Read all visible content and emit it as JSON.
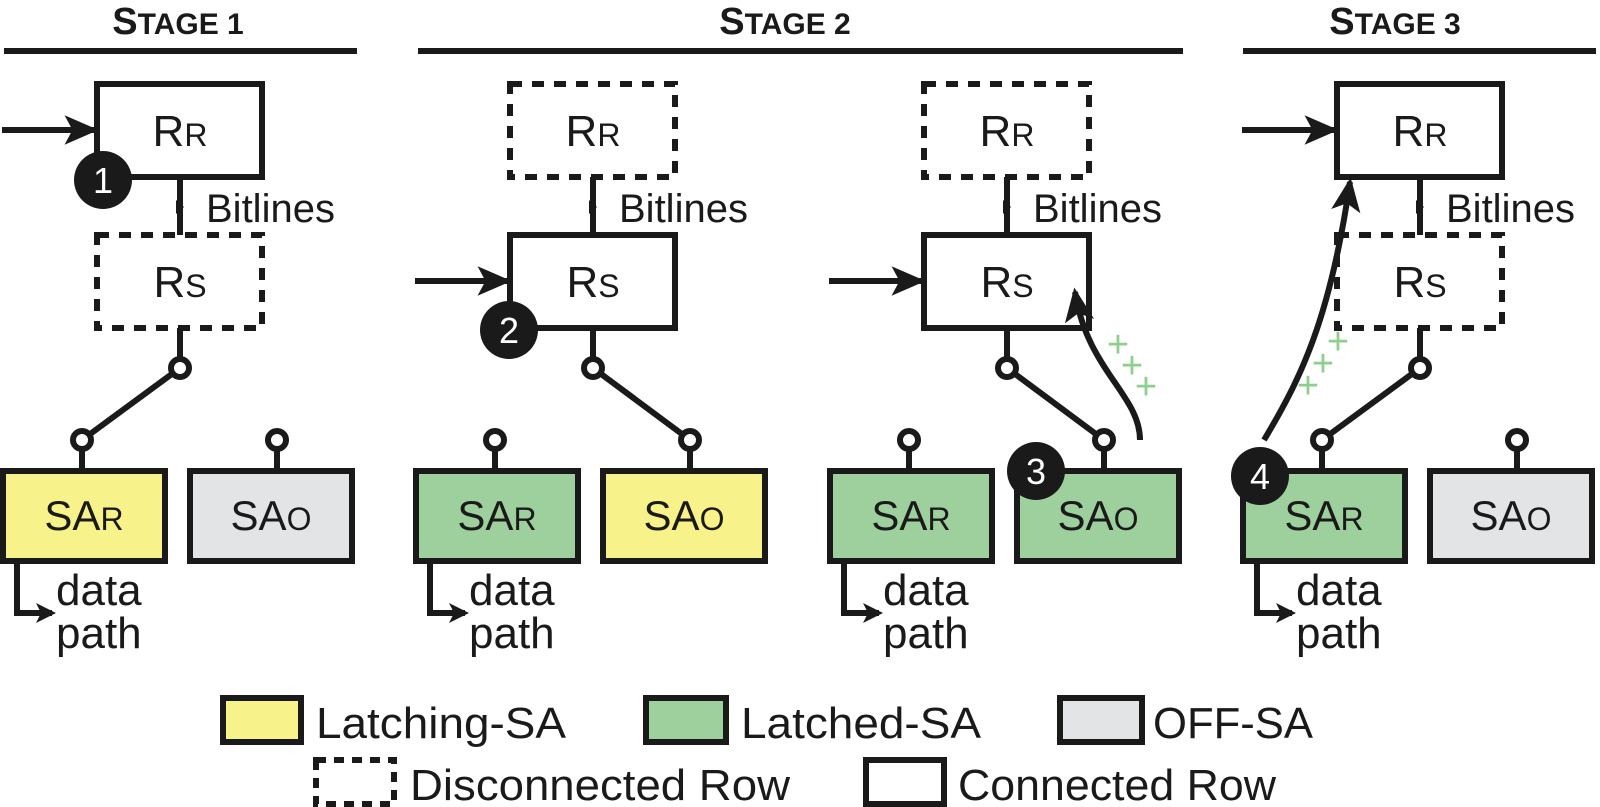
{
  "colors": {
    "ink": "#1a1a1a",
    "latching": "#f8f28a",
    "latched": "#9dd09d",
    "off": "#e3e4e6",
    "charge": "#8fce8f"
  },
  "stages": [
    {
      "title_big": "S",
      "title_small": "TAGE 1",
      "panels": [
        {
          "row_top": {
            "main": "R",
            "sub": "R",
            "style": "connected"
          },
          "row_bottom": {
            "main": "R",
            "sub": "S",
            "style": "disconnected"
          },
          "bitlines_label": "Bitlines",
          "active_row": "top",
          "step": "1",
          "sa_left": {
            "main": "SA",
            "sub": "R",
            "state": "latching"
          },
          "sa_right": {
            "main": "SA",
            "sub": "O",
            "state": "off"
          },
          "switch_to": "left",
          "data_path": [
            "data",
            "path"
          ],
          "charge_arrow": "none"
        }
      ]
    },
    {
      "title_big": "S",
      "title_small": "TAGE 2",
      "panels": [
        {
          "row_top": {
            "main": "R",
            "sub": "R",
            "style": "disconnected"
          },
          "row_bottom": {
            "main": "R",
            "sub": "S",
            "style": "connected"
          },
          "bitlines_label": "Bitlines",
          "active_row": "bottom",
          "step": "2",
          "sa_left": {
            "main": "SA",
            "sub": "R",
            "state": "latched"
          },
          "sa_right": {
            "main": "SA",
            "sub": "O",
            "state": "latching"
          },
          "switch_to": "right",
          "data_path": [
            "data",
            "path"
          ],
          "charge_arrow": "none"
        },
        {
          "row_top": {
            "main": "R",
            "sub": "R",
            "style": "disconnected"
          },
          "row_bottom": {
            "main": "R",
            "sub": "S",
            "style": "connected"
          },
          "bitlines_label": "Bitlines",
          "active_row": "bottom",
          "step": "3",
          "sa_left": {
            "main": "SA",
            "sub": "R",
            "state": "latched"
          },
          "sa_right": {
            "main": "SA",
            "sub": "O",
            "state": "latched"
          },
          "switch_to": "right",
          "data_path": [
            "data",
            "path"
          ],
          "charge_arrow": "to-bottom-row"
        }
      ]
    },
    {
      "title_big": "S",
      "title_small": "TAGE 3",
      "panels": [
        {
          "row_top": {
            "main": "R",
            "sub": "R",
            "style": "connected"
          },
          "row_bottom": {
            "main": "R",
            "sub": "S",
            "style": "disconnected"
          },
          "bitlines_label": "Bitlines",
          "active_row": "top",
          "step": "4",
          "sa_left": {
            "main": "SA",
            "sub": "R",
            "state": "latched"
          },
          "sa_right": {
            "main": "SA",
            "sub": "O",
            "state": "off"
          },
          "switch_to": "left",
          "data_path": [
            "data",
            "path"
          ],
          "charge_arrow": "to-top-row"
        }
      ]
    }
  ],
  "charge_symbol": "+",
  "legend": {
    "row1": [
      {
        "label": "Latching-SA",
        "state": "latching"
      },
      {
        "label": "Latched-SA",
        "state": "latched"
      },
      {
        "label": "OFF-SA",
        "state": "off"
      }
    ],
    "row2": [
      {
        "label": "Disconnected Row",
        "style": "disconnected"
      },
      {
        "label": "Connected Row",
        "style": "connected"
      }
    ]
  }
}
